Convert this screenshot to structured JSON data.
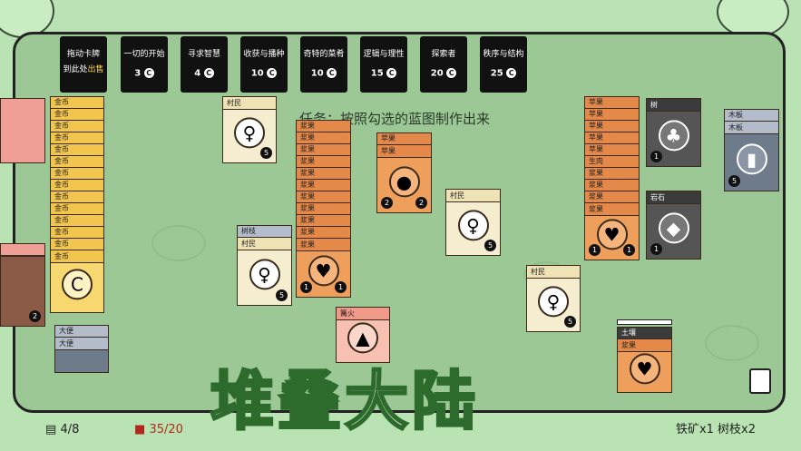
{
  "game_title": "堆叠大陆",
  "quest": "任务：按照勾选的蓝图制作出来",
  "packs": [
    {
      "title": "拖动卡牌",
      "subtitle_a": "到此处",
      "subtitle_b": "出售",
      "price": ""
    },
    {
      "title": "一切的开始",
      "price": "3"
    },
    {
      "title": "寻求智慧",
      "price": "4"
    },
    {
      "title": "收获与播种",
      "price": "10"
    },
    {
      "title": "奇特的菜肴",
      "price": "10"
    },
    {
      "title": "逻辑与理性",
      "price": "15"
    },
    {
      "title": "探索者",
      "price": "20"
    },
    {
      "title": "秩序与结构",
      "price": "25"
    }
  ],
  "coin_glyph": "C",
  "cards": {
    "gold": "金币",
    "berry": "浆果",
    "villager": "村民",
    "apple": "苹果",
    "branch": "树枝",
    "fire": "篝火",
    "tree": "树",
    "rock": "岩石",
    "plank": "木板",
    "poop": "大便",
    "meat": "生肉",
    "soil": "土壤"
  },
  "badges": {
    "apple_a": "2",
    "apple_b": "2",
    "villager_hp": "5",
    "berry_a": "1",
    "berry_b": "1",
    "tree_a": "1",
    "rock_a": "1",
    "plank_a": "5",
    "pink_a": "2"
  },
  "hud": {
    "cards": "4/8",
    "food": "35/20",
    "resources": "铁矿x1  树枝x2"
  },
  "colors": {
    "board": "#9cc896",
    "title_stroke": "#2d6b2d",
    "gold": "#f7d770",
    "berry": "#ef9f5c"
  }
}
